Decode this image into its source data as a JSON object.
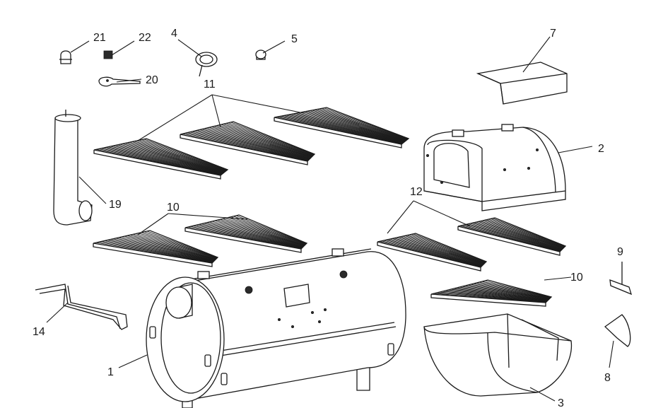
{
  "callouts": {
    "c1": "1",
    "c2": "2",
    "c3": "3",
    "c4": "4",
    "c5": "5",
    "c7": "7",
    "c8": "8",
    "c9": "9",
    "c10a": "10",
    "c10b": "10",
    "c11": "11",
    "c12": "12",
    "c14": "14",
    "c19": "19",
    "c20": "20",
    "c21": "21",
    "c22": "22"
  },
  "colors": {
    "line": "#1a1a1a",
    "background": "#ffffff"
  }
}
